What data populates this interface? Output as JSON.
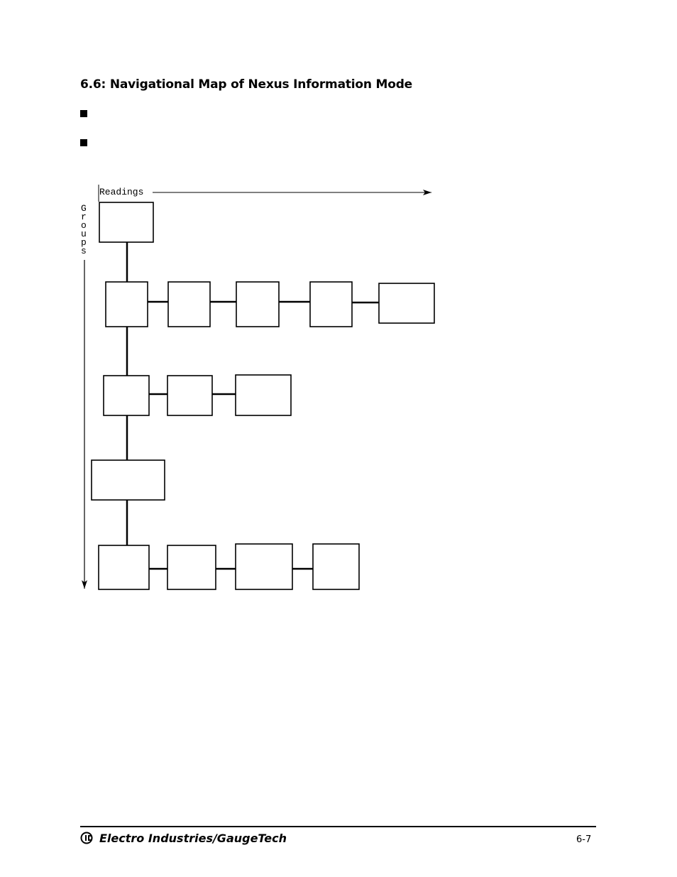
{
  "section": {
    "title": "6.6: Navigational Map of Nexus Information Mode"
  },
  "diagram": {
    "readings_label": "Readings",
    "groups_label": [
      "G",
      "r",
      "o",
      "u",
      "p",
      "s"
    ]
  },
  "footer": {
    "company": "Electro Industries/GaugeTech",
    "page": "6-7"
  }
}
